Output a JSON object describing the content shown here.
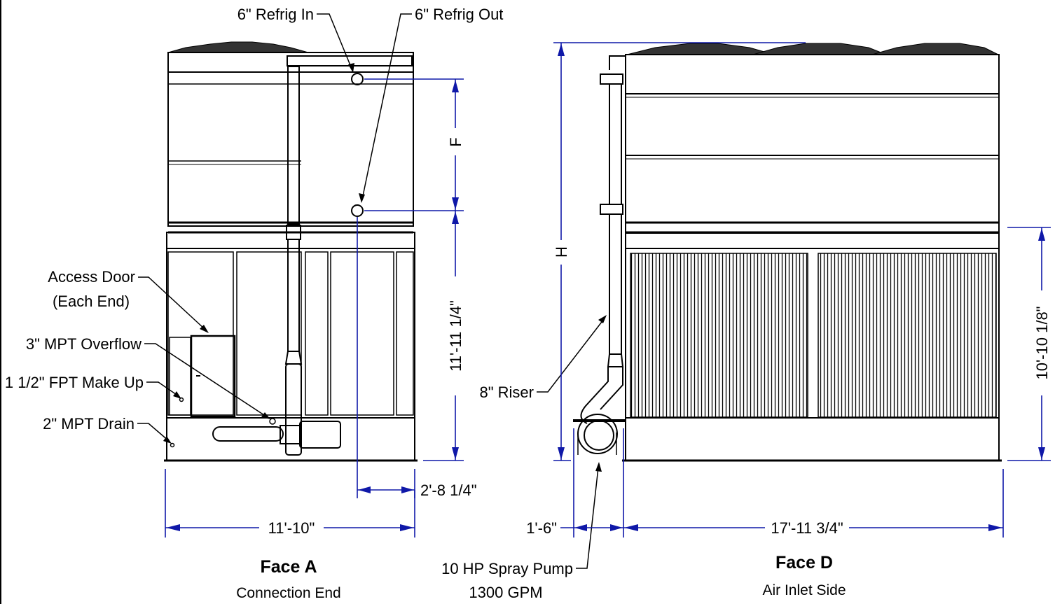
{
  "face_a": {
    "title": "Face A",
    "subtitle": "Connection End",
    "callouts": {
      "refrig_in": "6\" Refrig In",
      "refrig_out": "6\" Refrig Out",
      "access_door_1": "Access Door",
      "access_door_2": "(Each End)",
      "overflow": "3\" MPT Overflow",
      "make_up": "1 1/2\" FPT Make Up",
      "drain": "2\" MPT Drain"
    },
    "dimensions": {
      "f": "F",
      "connection_height": "11'-11 1/4\"",
      "connection_offset": "2'-8 1/4\"",
      "width": "11'-10\""
    }
  },
  "face_d": {
    "title": "Face D",
    "subtitle": "Air Inlet Side",
    "callouts": {
      "riser": "8\" Riser",
      "pump_1": "10 HP Spray Pump",
      "pump_2": "1300 GPM"
    },
    "dimensions": {
      "h": "H",
      "inlet_height": "10'-10 1/8\"",
      "pump_offset": "1'-6\"",
      "length": "17'-11 3/4\""
    }
  },
  "colors": {
    "dimension_lines": "#0f18a8",
    "linework": "#000000"
  }
}
